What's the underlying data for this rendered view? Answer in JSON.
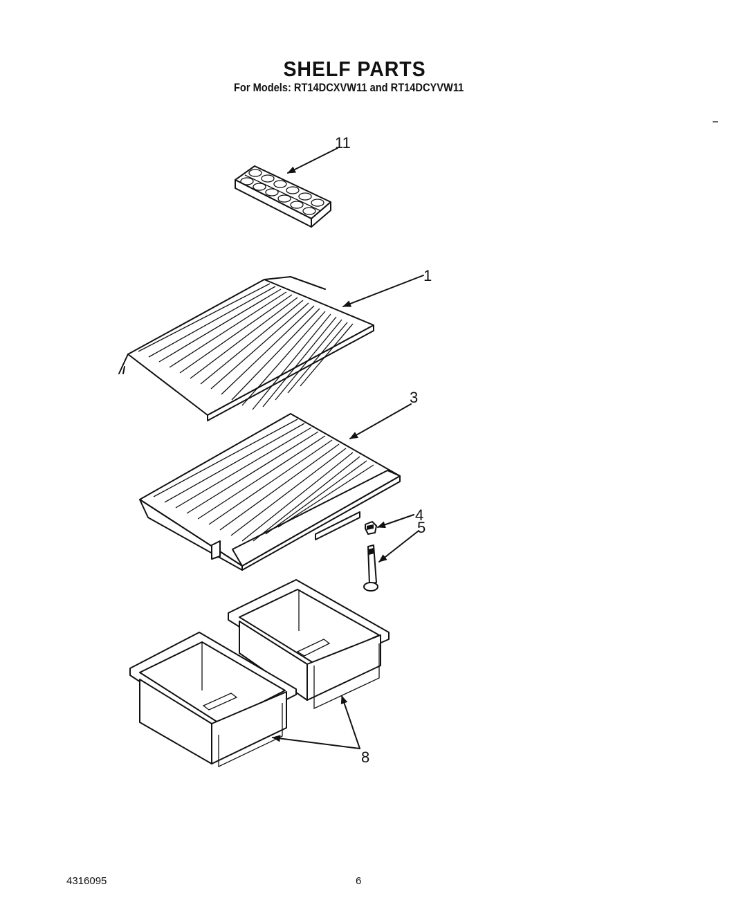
{
  "title": "SHELF PARTS",
  "subtitle": "For Models: RT14DCXVW11 and RT14DCYVW11",
  "footer": {
    "doc_number": "4316095",
    "page_number": "6"
  },
  "callouts": {
    "ice_tray": "11",
    "wire_shelf": "1",
    "crisper_cover": "3",
    "part_4": "4",
    "part_5": "5",
    "crisper_pans": "8"
  }
}
